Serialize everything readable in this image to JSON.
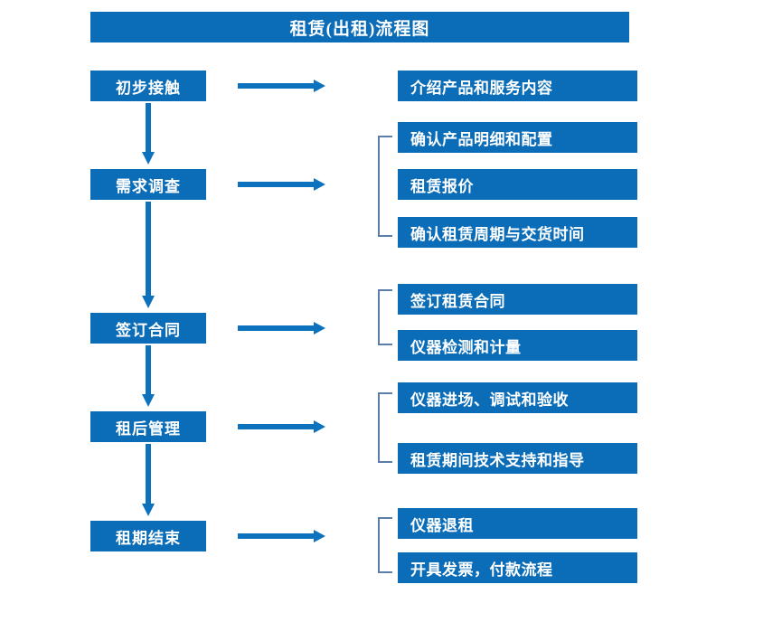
{
  "title": "租赁(出租)流程图",
  "colors": {
    "box_blue": "#0b6cb8",
    "arrow_blue": "#0d72bd",
    "brace_gray_blue": "#5b7ea8",
    "text_white": "#ffffff",
    "background": "#ffffff"
  },
  "stages": [
    {
      "label": "初步接触"
    },
    {
      "label": "需求调查"
    },
    {
      "label": "签订合同"
    },
    {
      "label": "租后管理"
    },
    {
      "label": "租期结束"
    }
  ],
  "details": {
    "group1": [
      {
        "label": "介绍产品和服务内容"
      }
    ],
    "group2": [
      {
        "label": "确认产品明细和配置"
      },
      {
        "label": "租赁报价"
      },
      {
        "label": "确认租赁周期与交货时间"
      }
    ],
    "group3": [
      {
        "label": "签订租赁合同"
      },
      {
        "label": "仪器检测和计量"
      }
    ],
    "group4": [
      {
        "label": "仪器进场、调试和验收"
      },
      {
        "label": "租赁期间技术支持和指导"
      }
    ],
    "group5": [
      {
        "label": "仪器退租"
      },
      {
        "label": "开具发票，付款流程"
      }
    ]
  },
  "connectors": {
    "horizontal_arrow_count": 5,
    "vertical_arrow_count": 4,
    "brace_count": 4
  }
}
